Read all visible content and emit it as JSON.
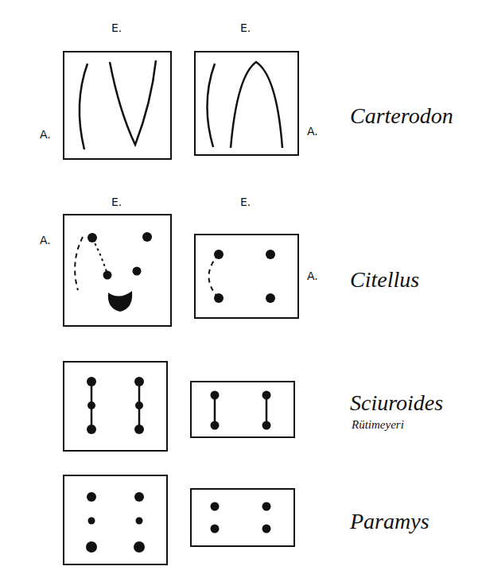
{
  "diagram": {
    "labels": [
      "E.",
      "E.",
      "A.",
      "A.",
      "Carterodon",
      "E.",
      "E.",
      "A.",
      "A.",
      "Citellus",
      "Sciuroides",
      "Rütimeyeri",
      "Paramys"
    ]
  }
}
